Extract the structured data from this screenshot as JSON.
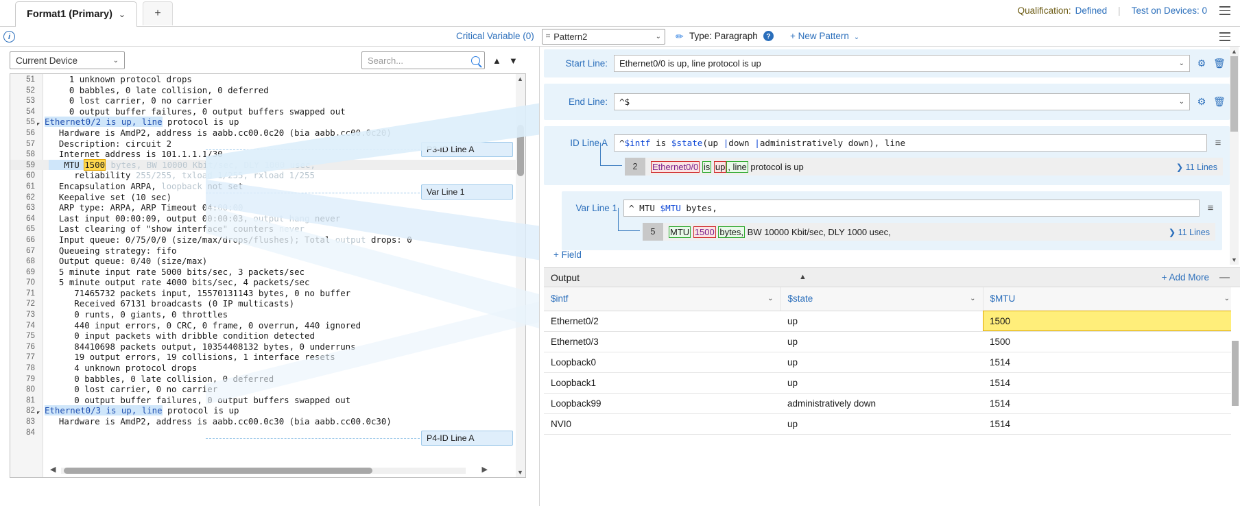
{
  "tabbar": {
    "tab_label": "Format1 (Primary)",
    "tab_chevron": "⌄",
    "add_tab": "+",
    "qualification_label": "Qualification:",
    "qualification_value": "Defined",
    "separator": "|",
    "test_on_devices": "Test on Devices: 0"
  },
  "toolbar2": {
    "info_icon": "i",
    "critical_variable": "Critical Variable (0)",
    "pattern_name": "Pattern2",
    "pattern_icon": "⌗",
    "chevron": "⌄",
    "pencil_icon": "✏",
    "type_label": "Type: Paragraph",
    "help_icon": "?",
    "new_pattern": "+ New Pattern",
    "new_pattern_chevron": "⌄"
  },
  "left": {
    "device_select": "Current Device",
    "device_chevron": "⌄",
    "search_placeholder": "Search...",
    "search_value": "",
    "nav_up": "▲",
    "nav_down": "▼",
    "scroll_up": "▲",
    "scroll_down": "▼",
    "hscroll_left": "◀",
    "hscroll_right": "▶",
    "callouts": [
      {
        "label": "P3-ID Line A"
      },
      {
        "label": "Var Line 1"
      },
      {
        "label": "P4-ID Line A"
      }
    ],
    "lines": [
      {
        "n": "51",
        "text": "    1 unknown protocol drops"
      },
      {
        "n": "52",
        "text": "    0 babbles, 0 late collision, 0 deferred"
      },
      {
        "n": "53",
        "text": "    0 lost carrier, 0 no carrier"
      },
      {
        "n": "54",
        "text": "    0 output buffer failures, 0 output buffers swapped out"
      },
      {
        "n": "55",
        "text": "Ethernet0/2 is up, line protocol is up",
        "fold": true,
        "kind": "intf",
        "intf": "Ethernet0/2 is up, line",
        "rest": " protocol is up"
      },
      {
        "n": "56",
        "text": "  Hardware is AmdP2, address is aabb.cc00.0c20 (bia aabb.cc00.0c20)"
      },
      {
        "n": "57",
        "text": "  Description: circuit 2"
      },
      {
        "n": "58",
        "text": "  Internet address is 101.1.1.1/30"
      },
      {
        "n": "59",
        "text": "   MTU 1500 bytes, BW 10000 Kbit/sec, DLY 1000 usec,",
        "kind": "mtu",
        "pre": "   MTU ",
        "val": "1500",
        "post": " bytes, BW 10000 Kbit/sec, DLY 1000 usec,"
      },
      {
        "n": "60",
        "text": "     reliability 255/255, txload 1/255, rxload 1/255",
        "kind": "faded",
        "solid": "     reliability ",
        "dim": "255/255, txload 1/255, rxload 1/255"
      },
      {
        "n": "61",
        "text": "  Encapsulation ARPA, loopback not set",
        "kind": "faded",
        "solid": "  Encapsulation ARPA, ",
        "dim": "loopback",
        "tail": " not set"
      },
      {
        "n": "62",
        "text": "  Keepalive set (10 sec)"
      },
      {
        "n": "63",
        "text": "  ARP type: ARPA, ARP Timeout 04:00:00",
        "kind": "faded",
        "solid": "  ARP type: ARPA, ARP Timeout 04:",
        "dim": "00:00"
      },
      {
        "n": "64",
        "text": "  Last input 00:00:09, output 00:00:03, output hang never",
        "kind": "faded",
        "solid": "  Last input 00:00:09, output 00:00:03, ",
        "dim": "output hang",
        "tail": " never"
      },
      {
        "n": "65",
        "text": "  Last clearing of \"show interface\" counters never",
        "kind": "faded",
        "solid": "  Last clearing of \"show interface\" counters ",
        "dim": "never"
      },
      {
        "n": "66",
        "text": "  Input queue: 0/75/0/0 (size/max/drops/flushes); Total output drops: 0",
        "kind": "faded",
        "solid": "  Input queue: 0/75/0/0 (size/max/drops/flushes); Total ",
        "dim": "output",
        "tail": " drops: 0"
      },
      {
        "n": "67",
        "text": "  Queueing strategy: fifo"
      },
      {
        "n": "68",
        "text": "  Output queue: 0/40 (size/max)"
      },
      {
        "n": "69",
        "text": "  5 minute input rate 5000 bits/sec, 3 packets/sec"
      },
      {
        "n": "70",
        "text": "  5 minute output rate 4000 bits/sec, 4 packets/sec"
      },
      {
        "n": "71",
        "text": "     71465732 packets input, 15570131143 bytes, 0 no buffer"
      },
      {
        "n": "72",
        "text": "     Received 67131 broadcasts (0 IP multicasts)"
      },
      {
        "n": "73",
        "text": "     0 runts, 0 giants, 0 throttles"
      },
      {
        "n": "74",
        "text": "     440 input errors, 0 CRC, 0 frame, 0 overrun, 440 ignored"
      },
      {
        "n": "75",
        "text": "     0 input packets with dribble condition detected"
      },
      {
        "n": "76",
        "text": "     84410698 packets output, 10354408132 bytes, 0 underruns"
      },
      {
        "n": "77",
        "text": "     19 output errors, 19 collisions, 1 interface resets"
      },
      {
        "n": "78",
        "text": "     4 unknown protocol drops"
      },
      {
        "n": "79",
        "text": "     0 babbles, 0 late collision, 0 deferred"
      },
      {
        "n": "80",
        "text": "     0 lost carrier, 0 no carrier"
      },
      {
        "n": "81",
        "text": "     0 output buffer failures, 0 output buffers swapped out"
      },
      {
        "n": "82",
        "text": "Ethernet0/3 is up, line protocol is up",
        "fold": true,
        "kind": "intf",
        "intf": "Ethernet0/3 is up, line",
        "rest": " protocol is up"
      },
      {
        "n": "83",
        "text": "  Hardware is AmdP2, address is aabb.cc00.0c30 (bia aabb.cc00.0c30)"
      },
      {
        "n": "84",
        "text": ""
      }
    ]
  },
  "right": {
    "start_line": {
      "label": "Start Line:",
      "value": "Ethernet0/0 is up, line protocol is up",
      "chevron": "⌄",
      "gear": "⚙",
      "trash": "🗑"
    },
    "end_line": {
      "label": "End Line:",
      "value": "^$",
      "chevron": "⌄",
      "gear": "⚙",
      "trash": "🗑"
    },
    "id_line_a": {
      "label": "ID Line A",
      "regex_parts": [
        {
          "t": "^",
          "c": "plain"
        },
        {
          "t": "$intf",
          "c": "var"
        },
        {
          "t": " is ",
          "c": "plain"
        },
        {
          "t": "$state",
          "c": "var"
        },
        {
          "t": "(up ",
          "c": "plain"
        },
        {
          "t": "|",
          "c": "pipe"
        },
        {
          "t": "down ",
          "c": "plain"
        },
        {
          "t": "|",
          "c": "pipe"
        },
        {
          "t": "administratively down)",
          "c": "plain"
        },
        {
          "t": ", line",
          "c": "plain"
        }
      ],
      "menu_icon": "≡",
      "match": {
        "num": "2",
        "parts": [
          {
            "t": "Ethernet0/0",
            "c": "red"
          },
          {
            "t": " ",
            "c": "none"
          },
          {
            "t": "is",
            "c": "green"
          },
          {
            "t": " ",
            "c": "none"
          },
          {
            "t": "up",
            "c": "red2"
          },
          {
            "t": ", line",
            "c": "green"
          },
          {
            "t": " protocol is up",
            "c": "none"
          }
        ],
        "lines_link": "❯ 11 Lines"
      }
    },
    "var_line_1": {
      "label": "Var Line 1",
      "regex_parts": [
        {
          "t": "^  MTU ",
          "c": "plain"
        },
        {
          "t": "$MTU",
          "c": "var"
        },
        {
          "t": " bytes,",
          "c": "plain"
        }
      ],
      "menu_icon": "≡",
      "match": {
        "num": "5",
        "parts": [
          {
            "t": "MTU",
            "c": "green"
          },
          {
            "t": " ",
            "c": "none"
          },
          {
            "t": "1500",
            "c": "red"
          },
          {
            "t": " ",
            "c": "none"
          },
          {
            "t": "bytes,",
            "c": "green"
          },
          {
            "t": " BW 10000 Kbit/sec, DLY 1000 usec,",
            "c": "none"
          }
        ],
        "lines_link": "❯ 11 Lines"
      }
    },
    "add_field": "+ Field",
    "scroll_up": "▲",
    "scroll_down": "▼"
  },
  "output": {
    "title": "Output",
    "collapse_icon": "▲",
    "add_more": "+ Add More",
    "minimize": "—",
    "columns": [
      {
        "label": "$intf",
        "chevron": "⌄"
      },
      {
        "label": "$state",
        "chevron": "⌄"
      },
      {
        "label": "$MTU",
        "chevron": "⌄"
      }
    ],
    "rows": [
      {
        "intf": "Ethernet0/2",
        "state": "up",
        "mtu": "1500",
        "highlight": true
      },
      {
        "intf": "Ethernet0/3",
        "state": "up",
        "mtu": "1500",
        "highlight": false
      },
      {
        "intf": "Loopback0",
        "state": "up",
        "mtu": "1514",
        "highlight": false
      },
      {
        "intf": "Loopback1",
        "state": "up",
        "mtu": "1514",
        "highlight": false
      },
      {
        "intf": "Loopback99",
        "state": "administratively down",
        "mtu": "1514",
        "highlight": false
      },
      {
        "intf": "NVI0",
        "state": "up",
        "mtu": "1514",
        "highlight": false
      }
    ]
  },
  "colors": {
    "accent": "#2a6ebb",
    "highlight_yellow": "#ffee7a",
    "panel_blue": "#e8f3fb",
    "match_red": "#d02b2b",
    "match_green": "#2faa2f"
  }
}
